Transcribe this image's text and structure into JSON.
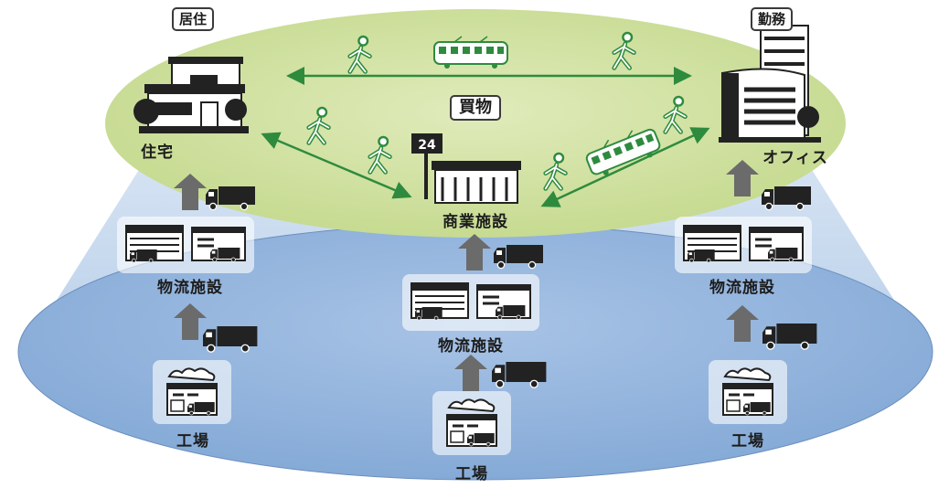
{
  "tags": {
    "residence": "居住",
    "work": "勤務",
    "shopping": "買物"
  },
  "labels": {
    "house": "住宅",
    "office": "オフィス",
    "commercial": "商業施設",
    "logistics": "物流施設",
    "factory": "工場"
  },
  "store_sign": "24",
  "colors": {
    "upper_disc": "#cfe0a0",
    "lower_disc": "#8fb3de",
    "arrow_green": "#2e8b3e",
    "gray_arrow": "#6b6b6b",
    "icon_dark": "#222222"
  }
}
